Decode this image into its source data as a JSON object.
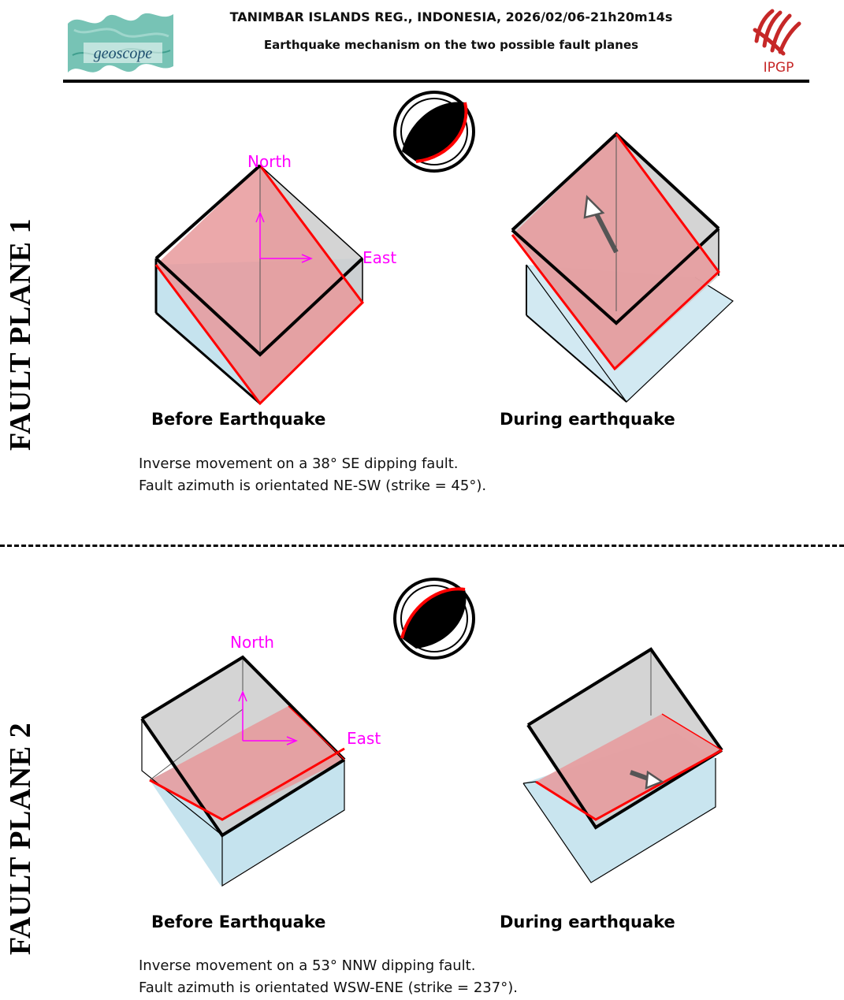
{
  "header": {
    "title_line1": "TANIMBAR ISLANDS REG., INDONESIA, 2026/02/06-21h20m14s",
    "title_line2": "Earthquake mechanism on the two possible fault planes",
    "left_logo_text": "geoscope",
    "right_logo_text": "IPGP"
  },
  "colors": {
    "fault_plane": "#e8999b",
    "lower_block": "#bfe0ec",
    "upper_block": "#cccccc",
    "fault_trace": "#ff0000",
    "compass": "#ff00ff",
    "beachball": "#000000"
  },
  "panels": [
    {
      "side_label": "FAULT PLANE 1",
      "before_caption": "Before Earthquake",
      "during_caption": "During earthquake",
      "compass_north": "North",
      "compass_east": "East",
      "description_line1": "Inverse movement on a 38° SE dipping fault.",
      "description_line2": "Fault azimuth is orientated NE-SW (strike = 45°).",
      "dip_degrees": 38,
      "dip_direction": "SE",
      "strike_degrees": 45
    },
    {
      "side_label": "FAULT PLANE 2",
      "before_caption": "Before Earthquake",
      "during_caption": "During earthquake",
      "compass_north": "North",
      "compass_east": "East",
      "description_line1": "Inverse movement on a 53° NNW dipping fault.",
      "description_line2": "Fault azimuth is orientated WSW-ENE (strike = 237°).",
      "dip_degrees": 53,
      "dip_direction": "NNW",
      "strike_degrees": 237
    }
  ]
}
